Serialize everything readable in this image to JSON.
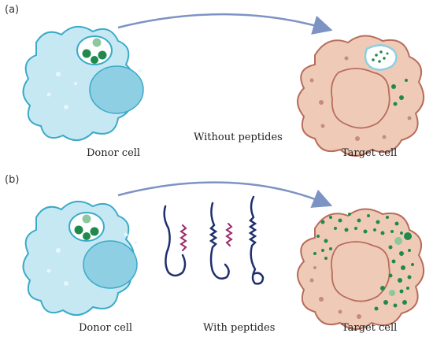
{
  "panels": [
    {
      "letter": "(a)",
      "donor_label": "Donor cell",
      "middle_label": "Without peptides",
      "target_label": "Target cell"
    },
    {
      "letter": "(b)",
      "donor_label": "Donor cell",
      "middle_label": "With peptides",
      "target_label": "Target cell"
    }
  ],
  "colors": {
    "donor_fill": "#c6e8f3",
    "donor_stroke": "#3aaac8",
    "nucleus_fill": "#8ecfe3",
    "target_fill": "#efcbb7",
    "target_stroke": "#b86c5c",
    "vesicle_green": "#1f8a4c",
    "arrow": "#7d93c4",
    "peptide_navy": "#1f2f6e",
    "peptide_magenta": "#9c2a6a"
  }
}
